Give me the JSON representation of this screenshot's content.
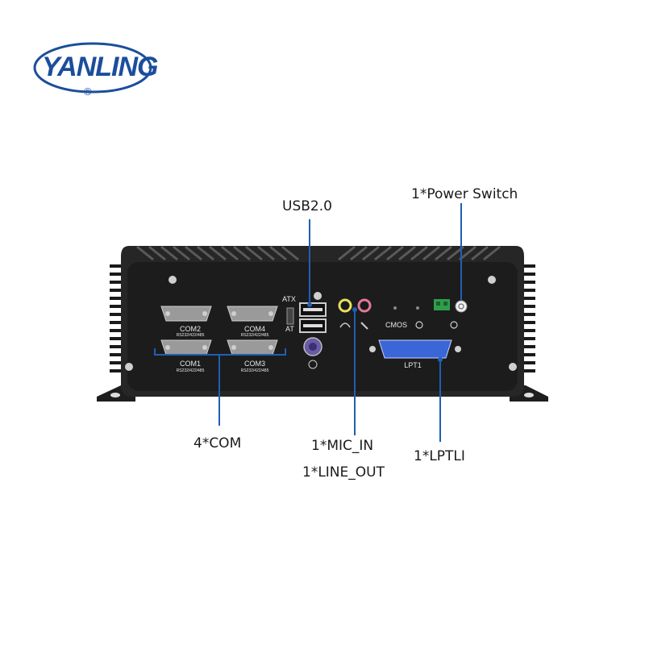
{
  "logo": {
    "brand": "YANLING",
    "registered": "®",
    "color": "#1b4e9c"
  },
  "callouts": {
    "usb": "USB2.0",
    "power": "1*Power Switch",
    "com": "4*COM",
    "mic": "1*MIC_IN",
    "line_out": "1*LINE_OUT",
    "lpt": "1*LPTLI"
  },
  "panel": {
    "com2": "COM2",
    "com4": "COM4",
    "com1": "COM1",
    "com3": "COM3",
    "com_sub": "RS232/422/485",
    "atx": "ATX",
    "at": "AT",
    "cmos": "CMOS",
    "lpt1": "LPT1"
  },
  "colors": {
    "callout_line": "#1f5fb4",
    "chassis": "#2a2a2a",
    "panel": "#1c1c1c",
    "mic_ring": "#e8e060",
    "line_ring": "#e07a9a",
    "lpt_port": "#3a66d8",
    "ps2_port": "#6a5aa8",
    "terminal": "#2e9e4a"
  }
}
